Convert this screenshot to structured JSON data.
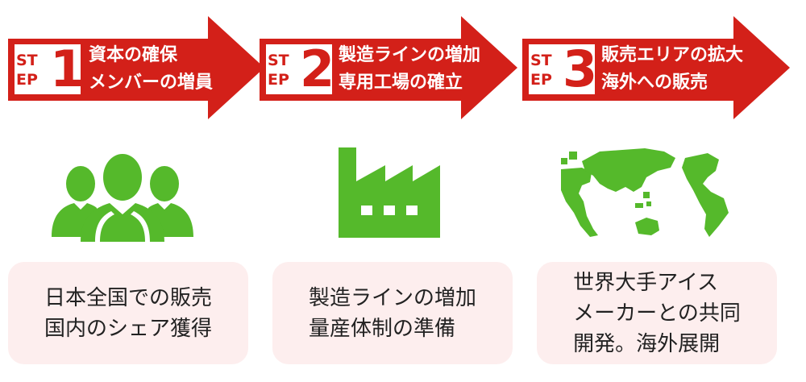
{
  "colors": {
    "arrow": "#d32019",
    "icon": "#55b92b",
    "card": "#fdeeee",
    "text": "#222222"
  },
  "steps": [
    {
      "badge_top": "ST",
      "badge_bottom": "EP",
      "number": "1",
      "line1": "資本の確保",
      "line2": "メンバーの増員",
      "icon": "people-icon",
      "card_lines": [
        "日本全国での販売",
        "国内のシェア獲得"
      ]
    },
    {
      "badge_top": "ST",
      "badge_bottom": "EP",
      "number": "2",
      "line1": "製造ラインの増加",
      "line2": "専用工場の確立",
      "icon": "factory-icon",
      "card_lines": [
        "製造ラインの増加",
        "量産体制の準備"
      ]
    },
    {
      "badge_top": "ST",
      "badge_bottom": "EP",
      "number": "3",
      "line1": "販売エリアの拡大",
      "line2": "海外への販売",
      "icon": "world-map-icon",
      "card_lines": [
        "世界大手アイス",
        "メーカーとの共同",
        "開発。海外展開"
      ]
    }
  ]
}
